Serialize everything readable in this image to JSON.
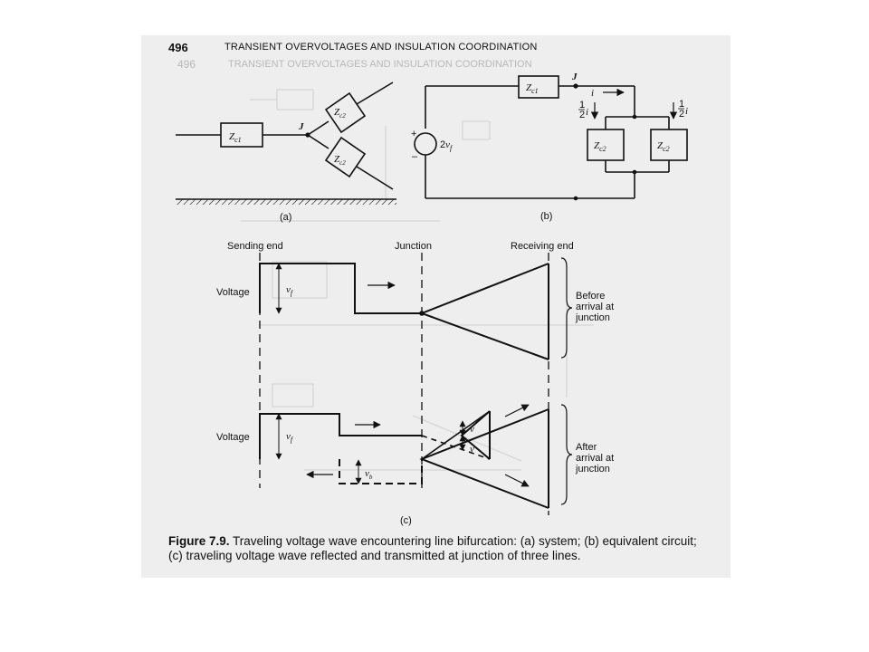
{
  "header": {
    "page_number": "496",
    "running_title": "TRANSIENT OVERVOLTAGES AND INSULATION COORDINATION"
  },
  "panel_a": {
    "label": "(a)",
    "z1": "Z",
    "z1_sub": "c1",
    "z2": "Z",
    "z2_sub": "c2",
    "junction": "J"
  },
  "panel_b": {
    "label": "(b)",
    "source_coef": "2",
    "source_var": "v",
    "source_sub": "f",
    "plus": "+",
    "minus": "–",
    "z1": "Z",
    "z1_sub": "c1",
    "z2": "Z",
    "z2_sub": "c2",
    "junction": "J",
    "current": "i",
    "half_num": "1",
    "half_den": "2"
  },
  "panel_c": {
    "label": "(c)",
    "sending_end": "Sending end",
    "junction": "Junction",
    "receiving_end": "Receiving end",
    "voltage": "Voltage",
    "vf_var": "v",
    "vf_sub": "f",
    "v": "v",
    "vb_var": "v",
    "vb_sub": "b",
    "before": [
      "Before",
      "arrival at",
      "junction"
    ],
    "after": [
      "After",
      "arrival at",
      "junction"
    ]
  },
  "caption": {
    "label": "Figure 7.9.",
    "text": "Traveling voltage wave encountering line bifurcation: (a) system; (b) equivalent circuit; (c) traveling voltage wave reflected and transmitted at junction of three lines."
  }
}
